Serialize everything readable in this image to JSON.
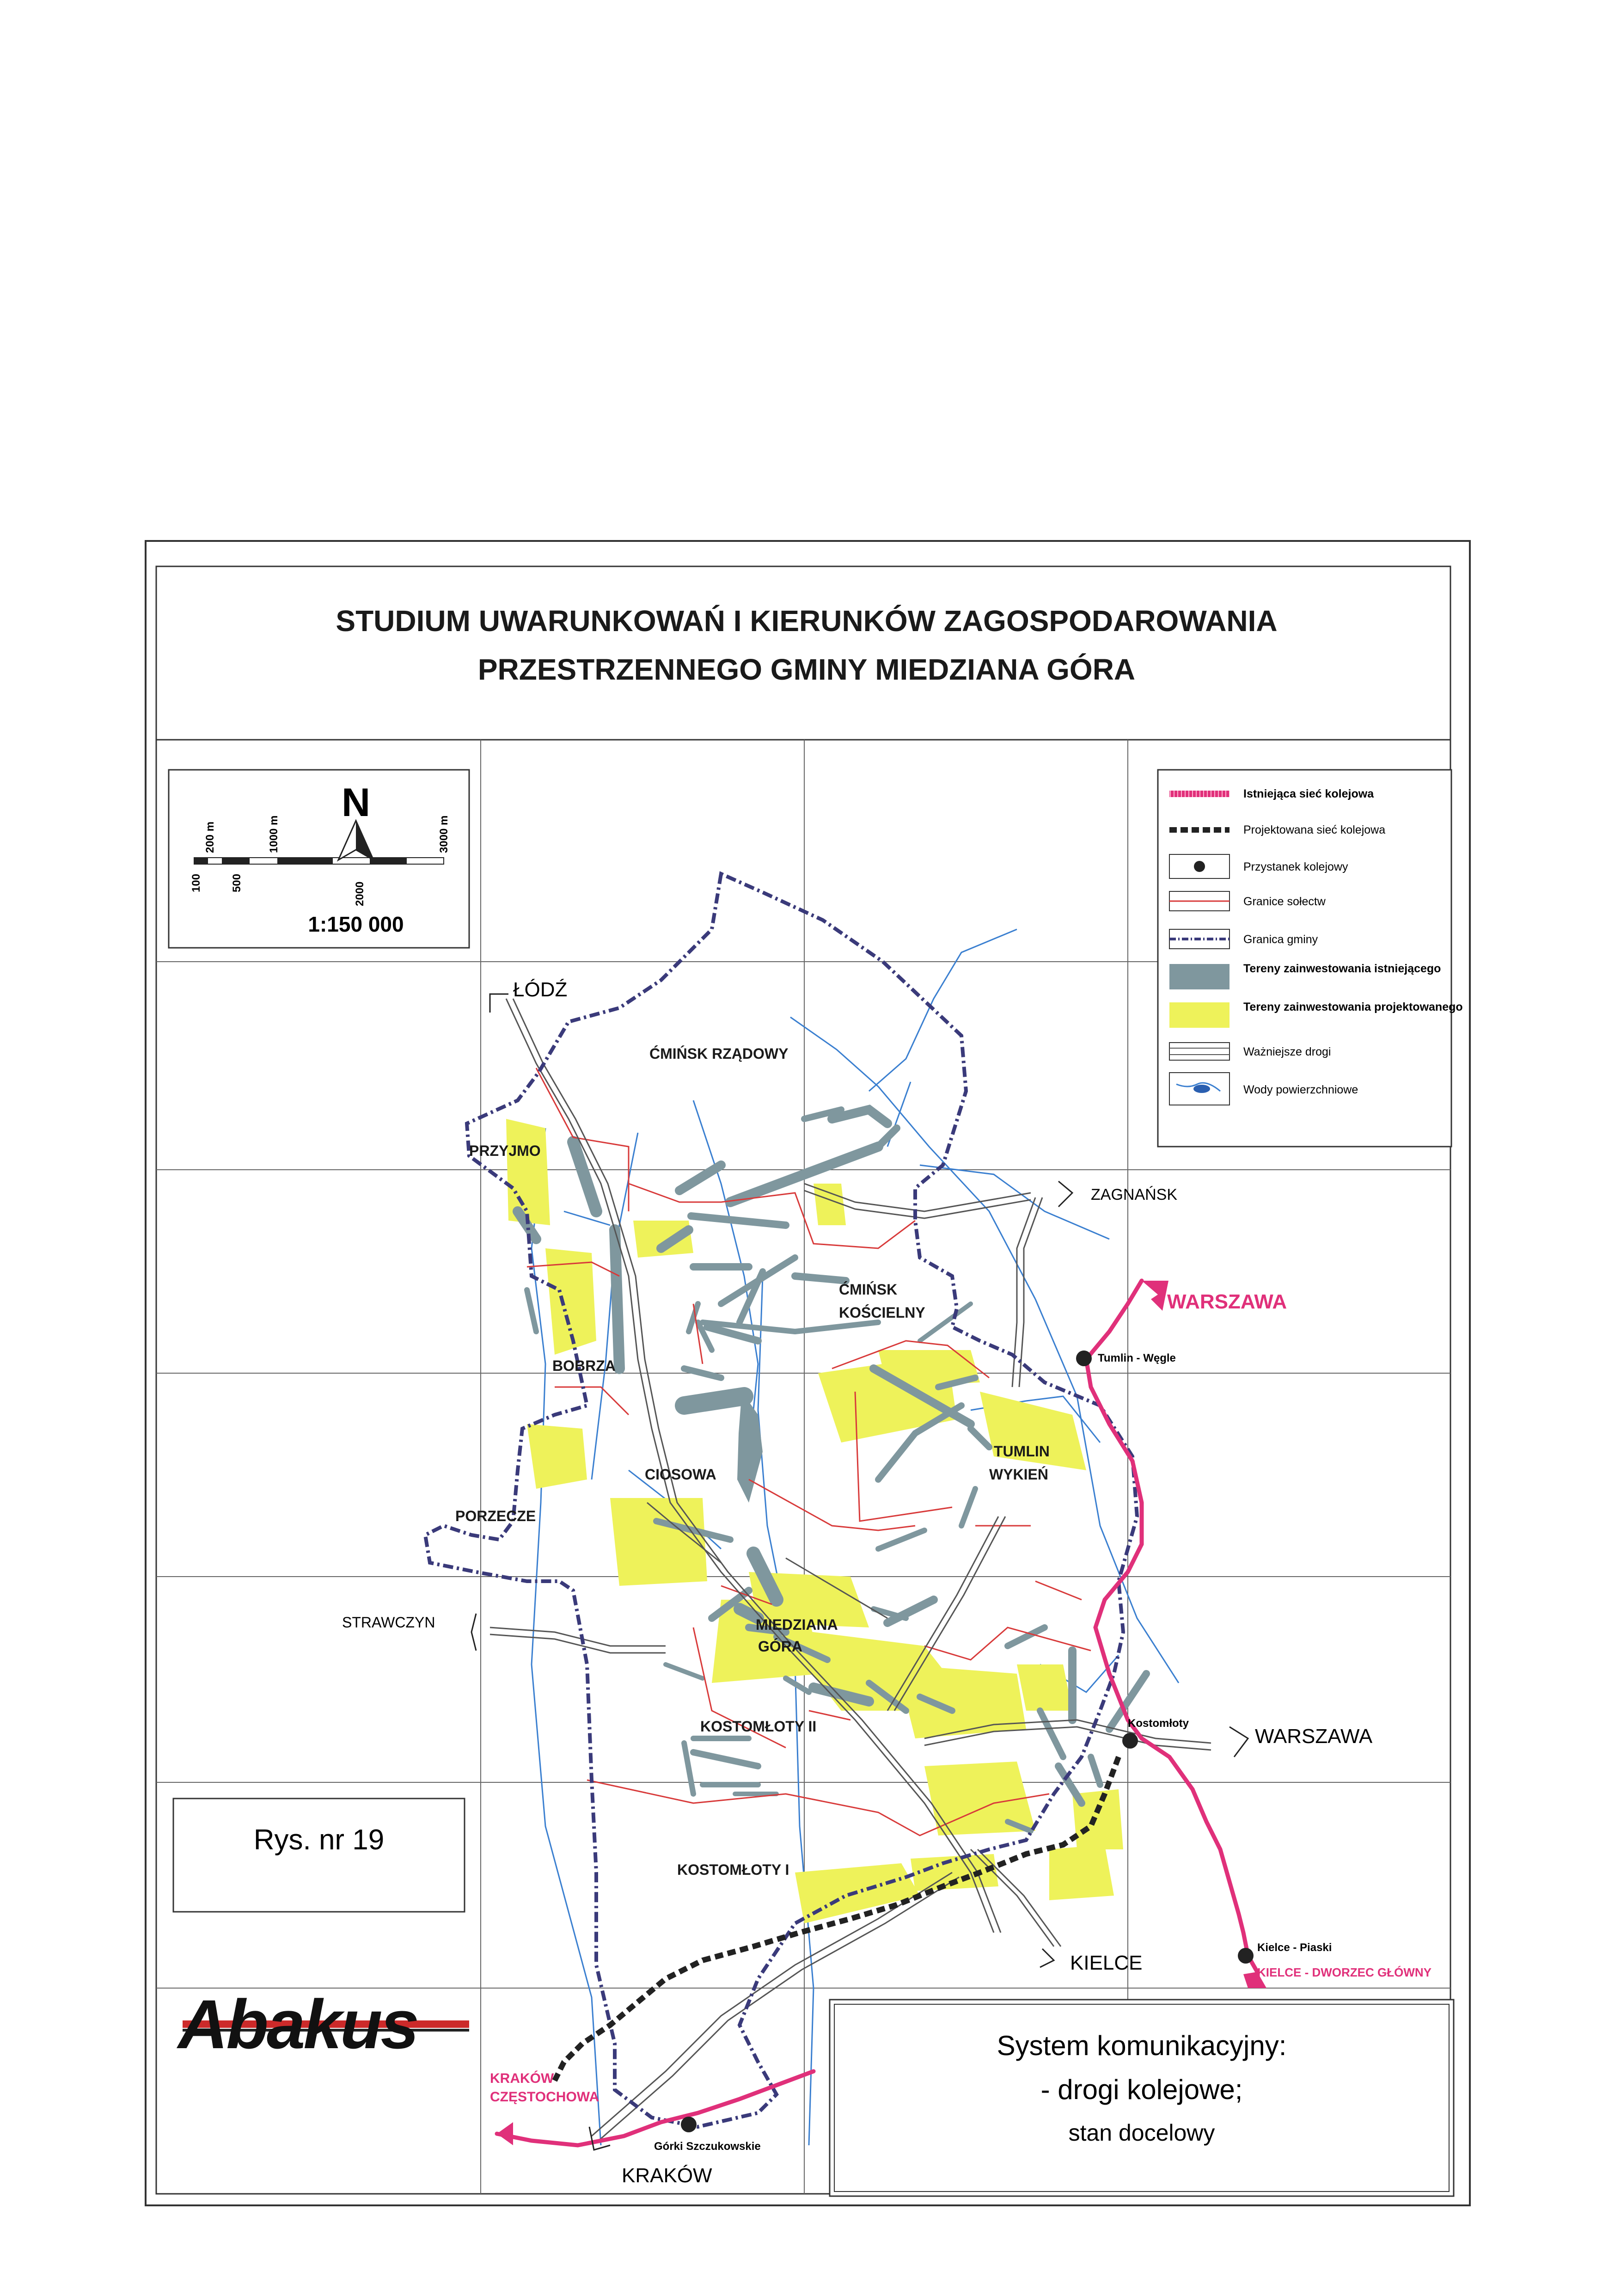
{
  "title": {
    "line1": "STUDIUM UWARUNKOWAŃ I KIERUNKÓW ZAGOSPODAROWANIA",
    "line2": "PRZESTRZENNEGO GMINY MIEDZIANA GÓRA"
  },
  "scalebar": {
    "north": "N",
    "scale_text": "1:150 000",
    "ticks": [
      "100",
      "200 m",
      "500",
      "1000 m",
      "2000",
      "3000 m"
    ]
  },
  "legend": {
    "items": [
      {
        "label": "Istniejąca sieć kolejowa"
      },
      {
        "label": "Projektowana sieć kolejowa"
      },
      {
        "label": "Przystanek kolejowy"
      },
      {
        "label": "Granice sołectw"
      },
      {
        "label": "Granica gminy"
      },
      {
        "label": "Tereny zainwestowania istniejącego"
      },
      {
        "label": "Tereny zainwestowania projektowanego"
      },
      {
        "label": "Ważniejsze drogi"
      },
      {
        "label": "Wody powierzchniowe"
      }
    ]
  },
  "villages": {
    "cminsk_rzadowy": "ĆMIŃSK RZĄDOWY",
    "przyjmo": "PRZYJMO",
    "cminsk_koscielny_1": "ĆMIŃSK",
    "cminsk_koscielny_2": "KOŚCIELNY",
    "bobrza": "BOBRZA",
    "ciosowa": "CIOSOWA",
    "tumlin_1": "TUMLIN",
    "tumlin_2": "WYKIEŃ",
    "porzecze": "PORZECZE",
    "miedziana_1": "MIEDZIANA",
    "miedziana_2": "GÓRA",
    "kostomloty_ii": "KOSTOMŁOTY II",
    "kostomloty_i": "KOSTOMŁOTY I"
  },
  "directions": {
    "lodz": "ŁÓDŹ",
    "zagnansk": "ZAGNAŃSK",
    "strawczyn": "STRAWCZYN",
    "warszawa_road": "WARSZAWA",
    "kielce": "KIELCE",
    "krakow": "KRAKÓW",
    "warszawa_rail": "WARSZAWA",
    "kielce_dworzec": "KIELCE - DWORZEC GŁÓWNY",
    "krakow_rail_1": "KRAKÓW",
    "krakow_rail_2": "CZĘSTOCHOWA"
  },
  "stations": {
    "tumlin_wegle": "Tumlin - Węgle",
    "kostomloty": "Kostomłoty",
    "kielce_piaski": "Kielce - Piaski",
    "gorki": "Górki Szczukowskie"
  },
  "figure": {
    "number": "Rys. nr 19"
  },
  "logo": {
    "text": "Abakus"
  },
  "caption": {
    "line1": "System komunikacyjny:",
    "line2": "- drogi kolejowe;",
    "line3": "stan docelowy"
  },
  "colors": {
    "rail": "#e0307a",
    "yellow": "#eef25a",
    "gray": "#7f979e",
    "boundary": "#3a3a7a",
    "water": "#3a7fd0",
    "solectwo": "#d83a3a"
  }
}
